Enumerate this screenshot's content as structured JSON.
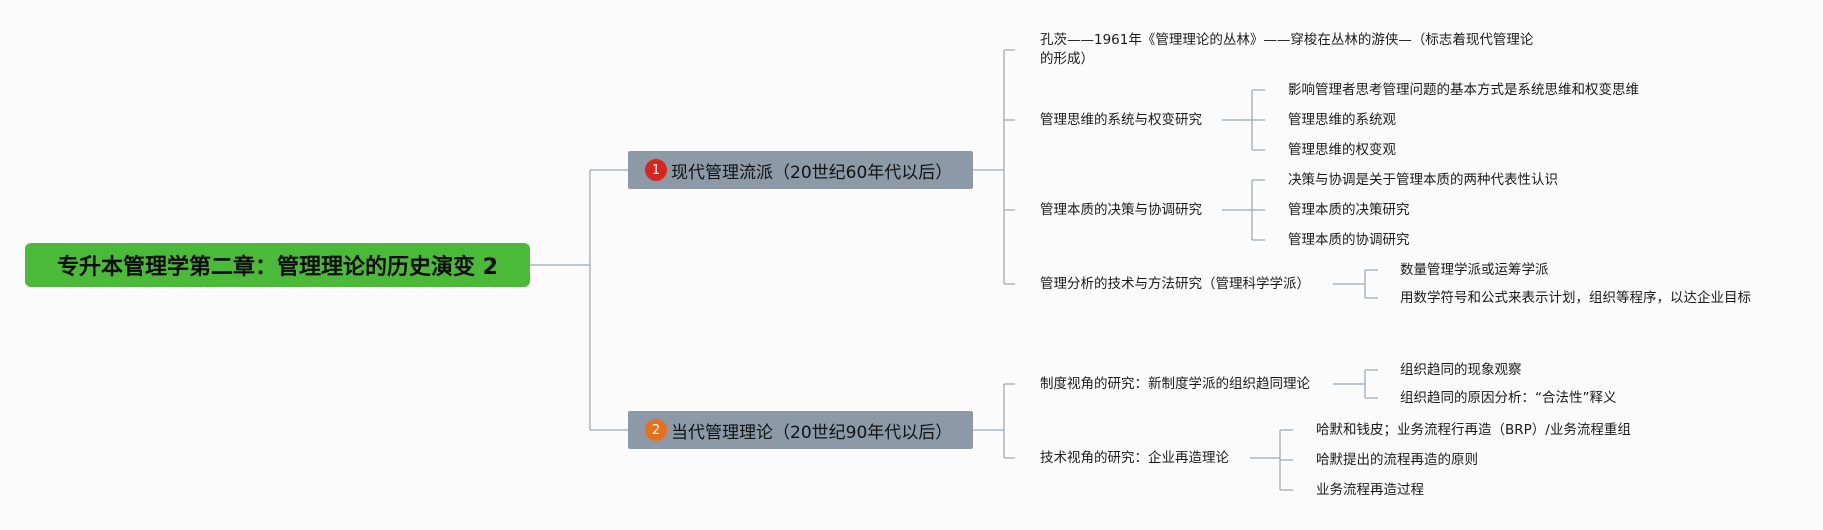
{
  "root": {
    "title": "专升本管理学第二章：管理理论的历史演变 2"
  },
  "branches": [
    {
      "badge": "1",
      "badge_color": "#d9261c",
      "label": "现代管理流派（20世纪60年代以后）",
      "children": [
        {
          "label": "孔茨——1961年《管理理论的丛林》——穿梭在丛林的游侠—（标志着现代管理论的形成）"
        },
        {
          "label": "管理思维的系统与权变研究",
          "children": [
            "影响管理者思考管理问题的基本方式是系统思维和权变思维",
            "管理思维的系统观",
            "管理思维的权变观"
          ]
        },
        {
          "label": "管理本质的决策与协调研究",
          "children": [
            "决策与协调是关于管理本质的两种代表性认识",
            "管理本质的决策研究",
            "管理本质的协调研究"
          ]
        },
        {
          "label": "管理分析的技术与方法研究（管理科学学派）",
          "children": [
            "数量管理学派或运筹学派",
            "用数学符号和公式来表示计划，组织等程序，以达企业目标"
          ]
        }
      ]
    },
    {
      "badge": "2",
      "badge_color": "#e8701a",
      "label": "当代管理理论（20世纪90年代以后）",
      "children": [
        {
          "label": "制度视角的研究：新制度学派的组织趋同理论",
          "children": [
            "组织趋同的现象观察",
            "组织趋同的原因分析：“合法性”释义"
          ]
        },
        {
          "label": "技术视角的研究：企业再造理论",
          "children": [
            "哈默和钱皮；业务流程行再造（BRP）/业务流程重组",
            "哈默提出的流程再造的原则",
            "业务流程再造过程"
          ]
        }
      ]
    }
  ]
}
